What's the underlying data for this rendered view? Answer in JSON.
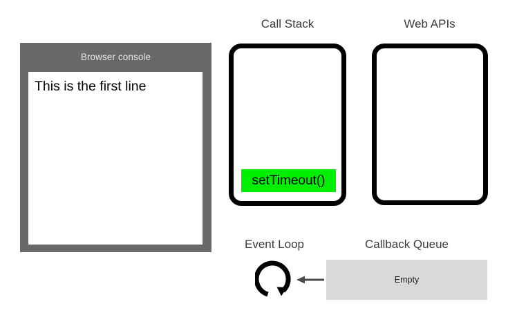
{
  "diagram": {
    "console": {
      "title": "Browser console",
      "lines": [
        "This is the first line"
      ],
      "frame_color": "#696969",
      "title_color": "#e9e9e9",
      "output_background": "#ffffff"
    },
    "call_stack": {
      "heading": "Call Stack",
      "frames": [
        "setTimeout()"
      ],
      "frame_color": "#00ee00",
      "border_color": "#000000"
    },
    "web_apis": {
      "heading": "Web APIs",
      "frames": [],
      "border_color": "#000000"
    },
    "event_loop": {
      "heading": "Event Loop",
      "icon": "circular-arrow-icon",
      "icon_color": "#000000"
    },
    "callback_queue": {
      "heading": "Callback Queue",
      "status": "Empty",
      "background_color": "#d9d9d9",
      "text_color": "#1d1d1d"
    },
    "arrow": {
      "name": "queue-to-loop-arrow",
      "direction": "left",
      "color": "#4a4a4a"
    }
  }
}
